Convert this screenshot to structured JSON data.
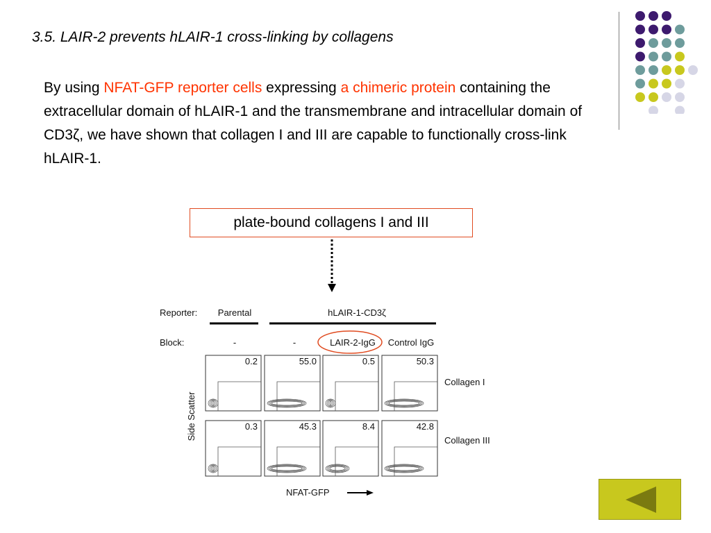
{
  "slide": {
    "title": "3.5. LAIR-2 prevents hLAIR-1 cross-linking by collagens",
    "paragraph": {
      "part1": "By using ",
      "highlight1": "NFAT-GFP reporter cells",
      "part2": " expressing ",
      "highlight2": "a chimeric protein",
      "part3": " containing the extracellular domain of hLAIR-1 and the transmembrane and intracellular domain of CD3ζ, we have shown that collagen I and III are capable to functionally cross-link hLAIR-1."
    },
    "callout": "plate-bound collagens I and III",
    "colors": {
      "highlight": "#ff3300",
      "dot_purple": "#3d1a6e",
      "dot_teal": "#6e9c9c",
      "dot_yellow": "#c8c81e",
      "dot_lavender": "#d6d6e6",
      "nav_button": "#c8c81e",
      "nav_arrow": "#7a7a10"
    }
  },
  "figure": {
    "reporter_label": "Reporter:",
    "parental": "Parental",
    "hlair": "hLAIR-1-CD3ζ",
    "block_label": "Block:",
    "blocks": [
      "-",
      "-",
      "LAIR-2-IgG",
      "Control IgG"
    ],
    "row_labels": [
      "Collagen I",
      "Collagen III"
    ],
    "values": [
      [
        "0.2",
        "55.0",
        "0.5",
        "50.3"
      ],
      [
        "0.3",
        "45.3",
        "8.4",
        "42.8"
      ]
    ],
    "y_axis": "Side Scatter",
    "x_axis": "NFAT-GFP"
  },
  "nav": {
    "icon": "back-arrow-icon"
  }
}
